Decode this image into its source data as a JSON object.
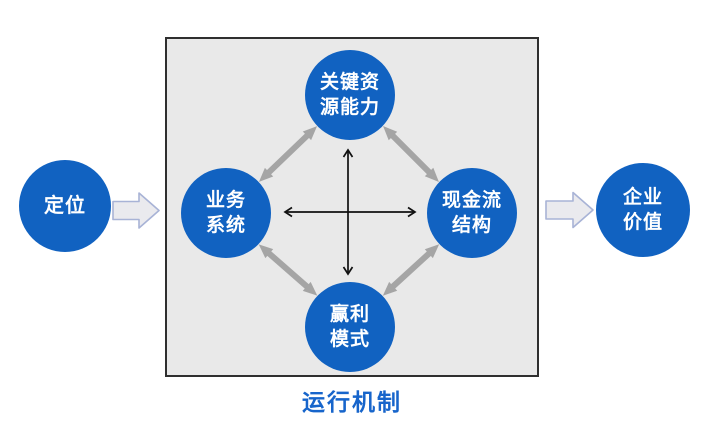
{
  "diagram": {
    "nodes": {
      "positioning": {
        "label": "定位"
      },
      "key_resources": {
        "label": "关键资\n源能力"
      },
      "business_system": {
        "label": "业务\n系统"
      },
      "cash_flow": {
        "label": "现金流\n结构"
      },
      "profit_model": {
        "label": "赢利\n模式"
      },
      "enterprise_value": {
        "label": "企业\n价值"
      }
    },
    "caption": "运行机制",
    "colors": {
      "node_fill": "#1162C1",
      "node_text": "#FFFFFF",
      "box_fill": "#E9E9E9",
      "box_border": "#2F2F2F",
      "caption_color": "#1765CB",
      "diagonal_arrow": "#A5A5A5",
      "cross_arrow": "#111111",
      "block_arrow_fill": "#EAEAEE",
      "block_arrow_border": "#A8B3D6"
    }
  }
}
